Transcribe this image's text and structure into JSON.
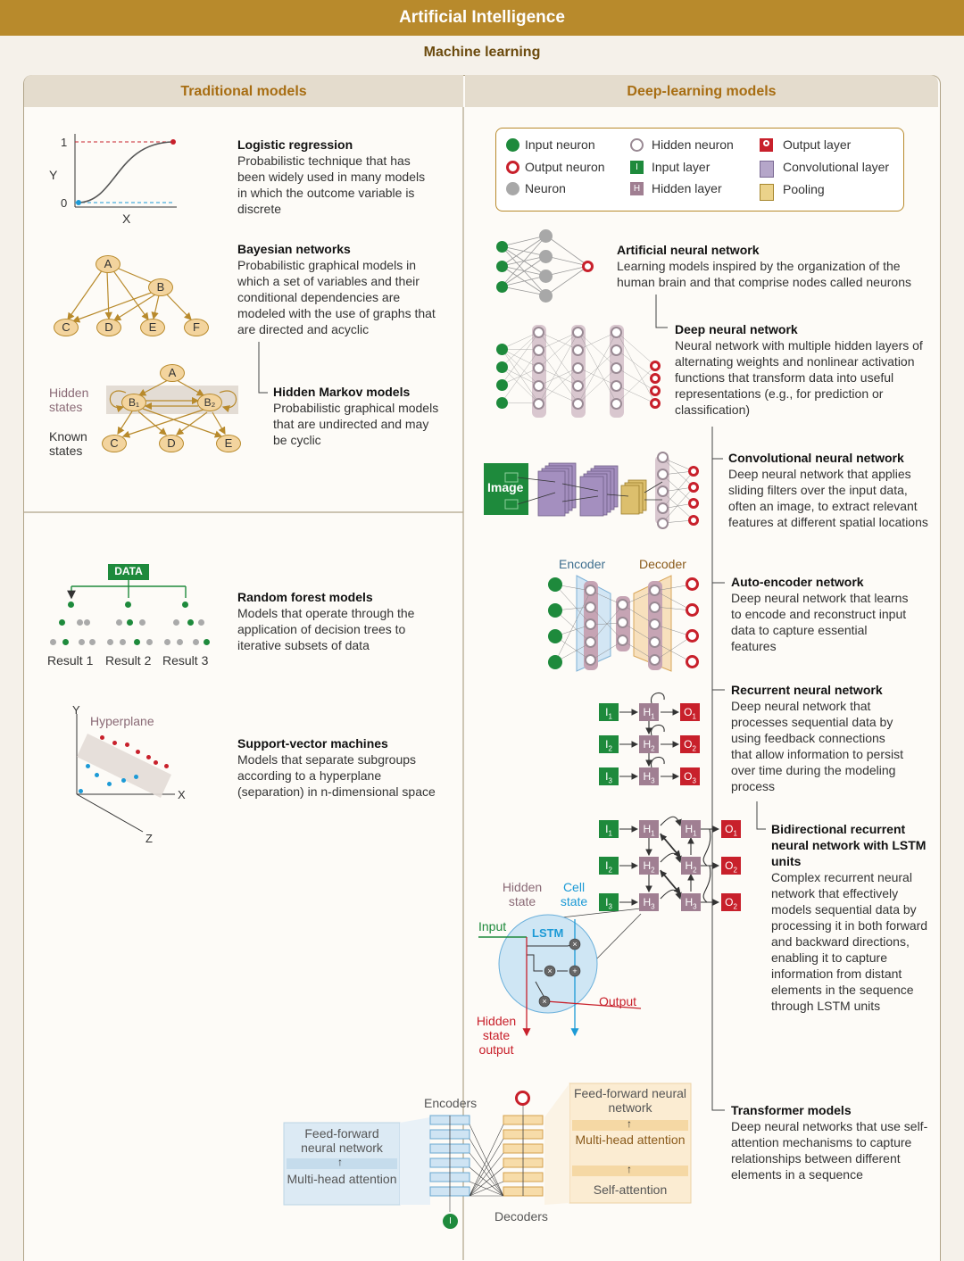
{
  "header": {
    "title": "Artificial Intelligence",
    "subtitle": "Machine learning"
  },
  "columns": {
    "traditional": "Traditional models",
    "deep": "Deep-learning models"
  },
  "traditional": [
    {
      "title": "Logistic regression",
      "text": "Probabilistic technique that has been widely used in many models in which the outcome variable is discrete"
    },
    {
      "title": "Bayesian networks",
      "text": "Probabilistic graphical models in which a set of variables and their conditional dependencies are modeled with the use of graphs that are directed and acyclic"
    },
    {
      "title": "Hidden Markov models",
      "text": "Probabilistic graphical models that are undirected and may be cyclic"
    },
    {
      "title": "Random forest models",
      "text": "Models that operate through the application of decision trees to iterative subsets of data"
    },
    {
      "title": "Support-vector machines",
      "text": "Models that separate subgroups according to a hyperplane (separation) in n-dimensional space"
    }
  ],
  "deep": [
    {
      "title": "Artificial neural network",
      "text": "Learning models inspired by the organization of the human brain and that comprise nodes called neurons"
    },
    {
      "title": "Deep neural network",
      "text": "Neural network with multiple hidden layers of alternating weights and nonlinear activation functions that transform data into useful representations (e.g., for prediction or classification)"
    },
    {
      "title": "Convolutional neural network",
      "text": "Deep neural network that applies sliding filters over the input data, often an image, to extract relevant features at different spatial locations"
    },
    {
      "title": "Auto-encoder network",
      "text": "Deep neural network that learns to encode and reconstruct input data to capture essential features"
    },
    {
      "title": "Recurrent neural network",
      "text": "Deep neural network that processes sequential data by using feedback connections that allow information to persist over time during the modeling process"
    },
    {
      "title": "Bidirectional recurrent neural network with LSTM units",
      "text": "Complex recurrent neural network that effectively models sequential data by processing it in both forward and backward directions, enabling it to capture information from distant elements in the sequence through LSTM units"
    },
    {
      "title": "Transformer models",
      "text": "Deep neural networks that use self-attention mechanisms to capture relationships between different elements in a sequence"
    }
  ],
  "legend": [
    "Input neuron",
    "Output neuron",
    "Neuron",
    "Hidden neuron",
    "Input layer",
    "Hidden layer",
    "Output layer",
    "Convolutional layer",
    "Pooling"
  ],
  "labels": {
    "y": "Y",
    "x": "X",
    "z": "Z",
    "one": "1",
    "zero": "0",
    "hidden_states": "Hidden states",
    "known_states": "Known states",
    "data": "DATA",
    "result1": "Result 1",
    "result2": "Result 2",
    "result3": "Result 3",
    "hyperplane": "Hyperplane",
    "image": "Image",
    "encoder": "Encoder",
    "decoder": "Decoder",
    "hidden_state": "Hidden state",
    "cell_state": "Cell state",
    "input": "Input",
    "lstm": "LSTM",
    "output": "Output",
    "hidden_state_output": "Hidden state output",
    "encoders": "Encoders",
    "decoders": "Decoders",
    "ffn": "Feed-forward neural network",
    "mha": "Multi-head attention",
    "self_attention": "Self-attention"
  },
  "colors": {
    "banner": "#b88a2c",
    "input": "#1e8a3c",
    "output": "#c8202b",
    "neuron": "#a0a0a0",
    "hidden": "#a07f92"
  }
}
